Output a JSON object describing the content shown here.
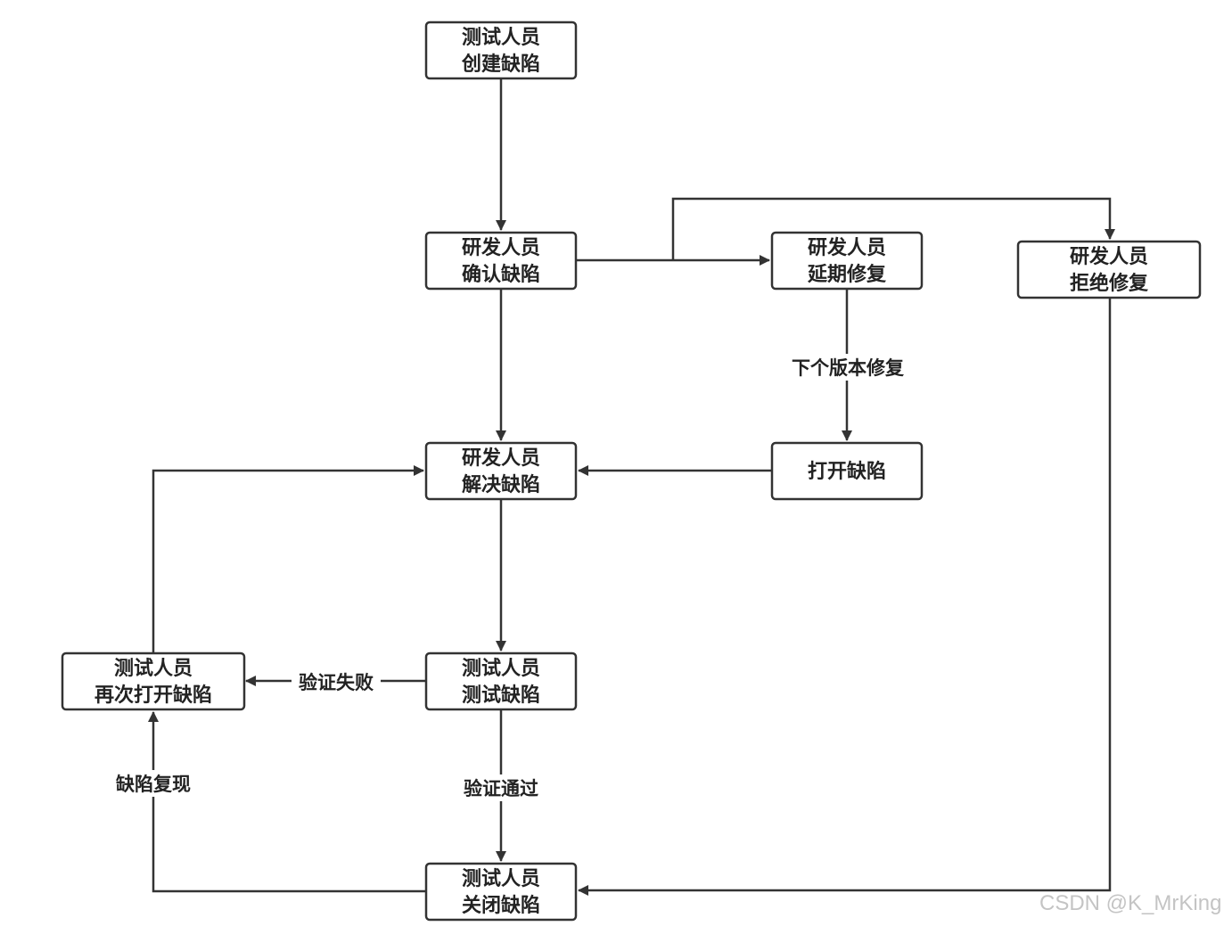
{
  "nodes": {
    "create": {
      "line1": "测试人员",
      "line2": "创建缺陷"
    },
    "confirm": {
      "line1": "研发人员",
      "line2": "确认缺陷"
    },
    "delay": {
      "line1": "研发人员",
      "line2": "延期修复"
    },
    "reject": {
      "line1": "研发人员",
      "line2": "拒绝修复"
    },
    "resolve": {
      "line1": "研发人员",
      "line2": "解决缺陷"
    },
    "open": {
      "line1": "打开缺陷"
    },
    "test": {
      "line1": "测试人员",
      "line2": "测试缺陷"
    },
    "reopen": {
      "line1": "测试人员",
      "line2": "再次打开缺陷"
    },
    "close": {
      "line1": "测试人员",
      "line2": "关闭缺陷"
    }
  },
  "edges": {
    "next_version": "下个版本修复",
    "verify_fail": "验证失败",
    "verify_pass": "验证通过",
    "defect_recur": "缺陷复现"
  },
  "watermark": "CSDN @K_MrKing"
}
